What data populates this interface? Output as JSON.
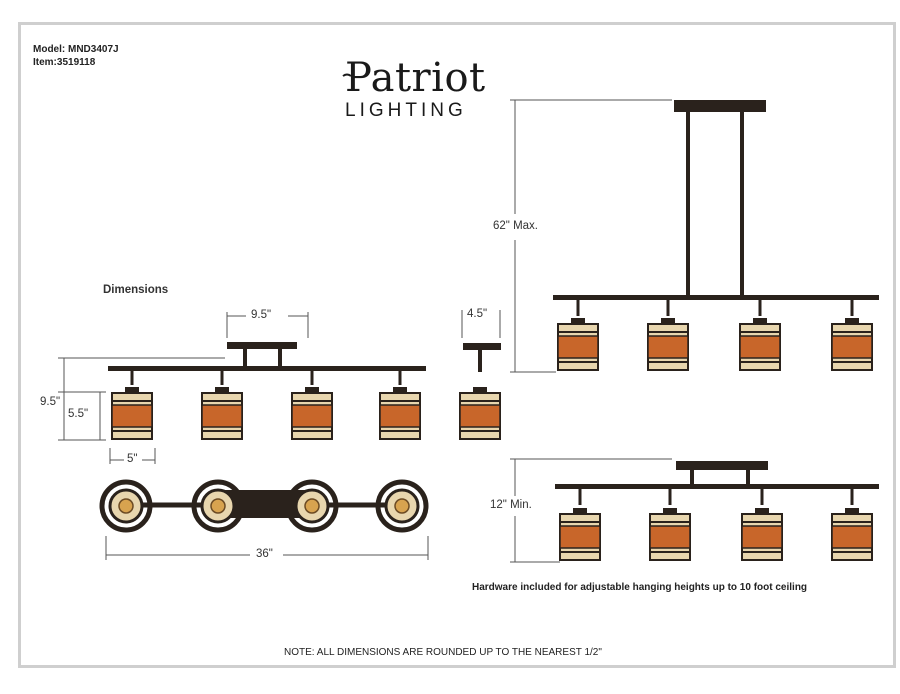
{
  "model_label": "Model: MND3407J",
  "item_label": "Item:3519118",
  "brand": {
    "name": "Patriot",
    "sub": "LIGHTING",
    "mark": "."
  },
  "dimensions_heading": "Dimensions",
  "dims": {
    "canopy_width": "9.5\"",
    "side_depth": "4.5\"",
    "overall_height": "9.5\"",
    "shade_height": "5.5\"",
    "shade_width": "5\"",
    "total_length": "36\"",
    "max_height": "62\"  Max.",
    "min_height": "12\" Min."
  },
  "hardware_note": "Hardware included for adjustable hanging heights up to 10 foot ceiling",
  "rounding_note": "NOTE:  ALL DIMENSIONS ARE ROUNDED UP TO THE NEAREST  1/2\"",
  "colors": {
    "bronze": "#2a221c",
    "amber": "#c8662a",
    "cream": "#e8d6ae",
    "line": "#555555"
  }
}
